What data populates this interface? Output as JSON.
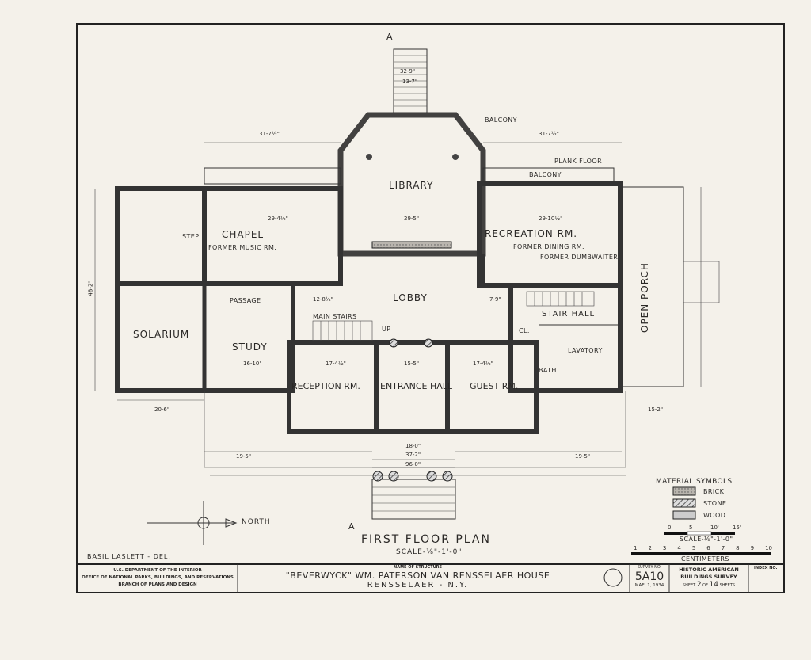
{
  "drawing": {
    "section_marker": "A",
    "rooms": {
      "library": "LIBRARY",
      "chapel": "CHAPEL",
      "chapel_sub": "FORMER MUSIC RM.",
      "recreation": "RECREATION RM.",
      "recreation_sub1": "FORMER DINING RM.",
      "recreation_sub2": "FORMER DUMBWAITER",
      "lobby": "LOBBY",
      "solarium": "SOLARIUM",
      "study": "STUDY",
      "passage": "PASSAGE",
      "main_stairs": "MAIN STAIRS",
      "stair_hall": "STAIR HALL",
      "lavatory": "LAVATORY",
      "bath": "BATH",
      "cl": "CL.",
      "reception": "RECEPTION RM.",
      "entrance_hall": "ENTRANCE HALL",
      "guest": "GUEST RM.",
      "open_porch": "OPEN PORCH",
      "balcony_top": "BALCONY",
      "balcony_right": "BALCONY",
      "plank_floor": "PLANK FLOOR",
      "step": "STEP",
      "up": "UP"
    },
    "dimensions": {
      "top_stair": "32-9\"",
      "top_stair2": "13-7\"",
      "left_top": "31-7½\"",
      "right_top": "31-7½\"",
      "chapel_w": "29-4½\"",
      "library_w": "29-5\"",
      "recreation_w": "29-10½\"",
      "solarium_h": "48-2\"",
      "study_w": "16-10\"",
      "reception_w": "17-4½\"",
      "entrance_w": "15-5\"",
      "guest_w": "17-4½\"",
      "front_18": "18-0\"",
      "front_37": "37-2\"",
      "front_96": "96-0\"",
      "left_19": "19-5\"",
      "right_19": "19-5\"",
      "solarium_w": "20-6\"",
      "porch_15": "15-2\"",
      "lobby_12": "12-8½\"",
      "lobby_7": "7-9\""
    },
    "north_label": "NORTH",
    "plan_title": "FIRST FLOOR PLAN",
    "plan_scale": "SCALE-⅛\"-1'-0\""
  },
  "legend": {
    "title": "MATERIAL SYMBOLS",
    "items": [
      {
        "label": "BRICK"
      },
      {
        "label": "STONE"
      },
      {
        "label": "WOOD"
      }
    ],
    "scale_ticks": [
      "0",
      "5",
      "10'",
      "15'"
    ],
    "scale_label": "SCALE-⅛\"-1'-0\"",
    "cm_ticks": [
      "1",
      "2",
      "3",
      "4",
      "5",
      "6",
      "7",
      "8",
      "9",
      "10"
    ],
    "cm_label": "CENTIMETERS"
  },
  "delineator": "BASIL LASLETT - DEL.",
  "title_block": {
    "agency_line1": "U.S. DEPARTMENT OF THE INTERIOR",
    "agency_line2": "OFFICE OF NATIONAL PARKS, BUILDINGS, AND RESERVATIONS",
    "agency_line3": "BRANCH OF PLANS AND DESIGN",
    "name_label": "NAME OF STRUCTURE",
    "structure_name": "\"BEVERWYCK\" WM. PATERSON VAN RENSSELAER HOUSE",
    "location": "RENSSELAER - N.Y.",
    "survey_label": "SURVEY NO.",
    "survey_no": "5A10",
    "survey_date": "MAE. 1, 1934",
    "habs_line1": "HISTORIC AMERICAN",
    "habs_line2": "BUILDINGS SURVEY",
    "sheet_prefix": "SHEET",
    "sheet_no": "2",
    "sheet_of": "OF",
    "sheet_total": "14",
    "sheet_suffix": "SHEETS",
    "index_label": "INDEX NO."
  }
}
